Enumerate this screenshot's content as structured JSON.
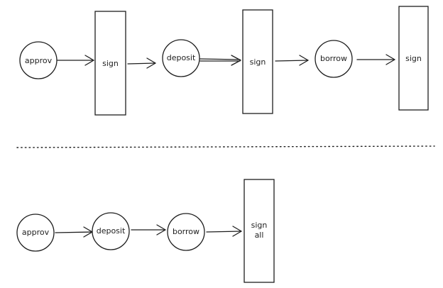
{
  "top_flow": {
    "approv": "approv",
    "sign_1": "sign",
    "deposit": "deposit",
    "sign_2": "sign",
    "borrow": "borrow",
    "sign_3": "sign"
  },
  "bottom_flow": {
    "approv": "approv",
    "deposit": "deposit",
    "borrow": "borrow",
    "sign_all_line1": "sign",
    "sign_all_line2": "all"
  }
}
